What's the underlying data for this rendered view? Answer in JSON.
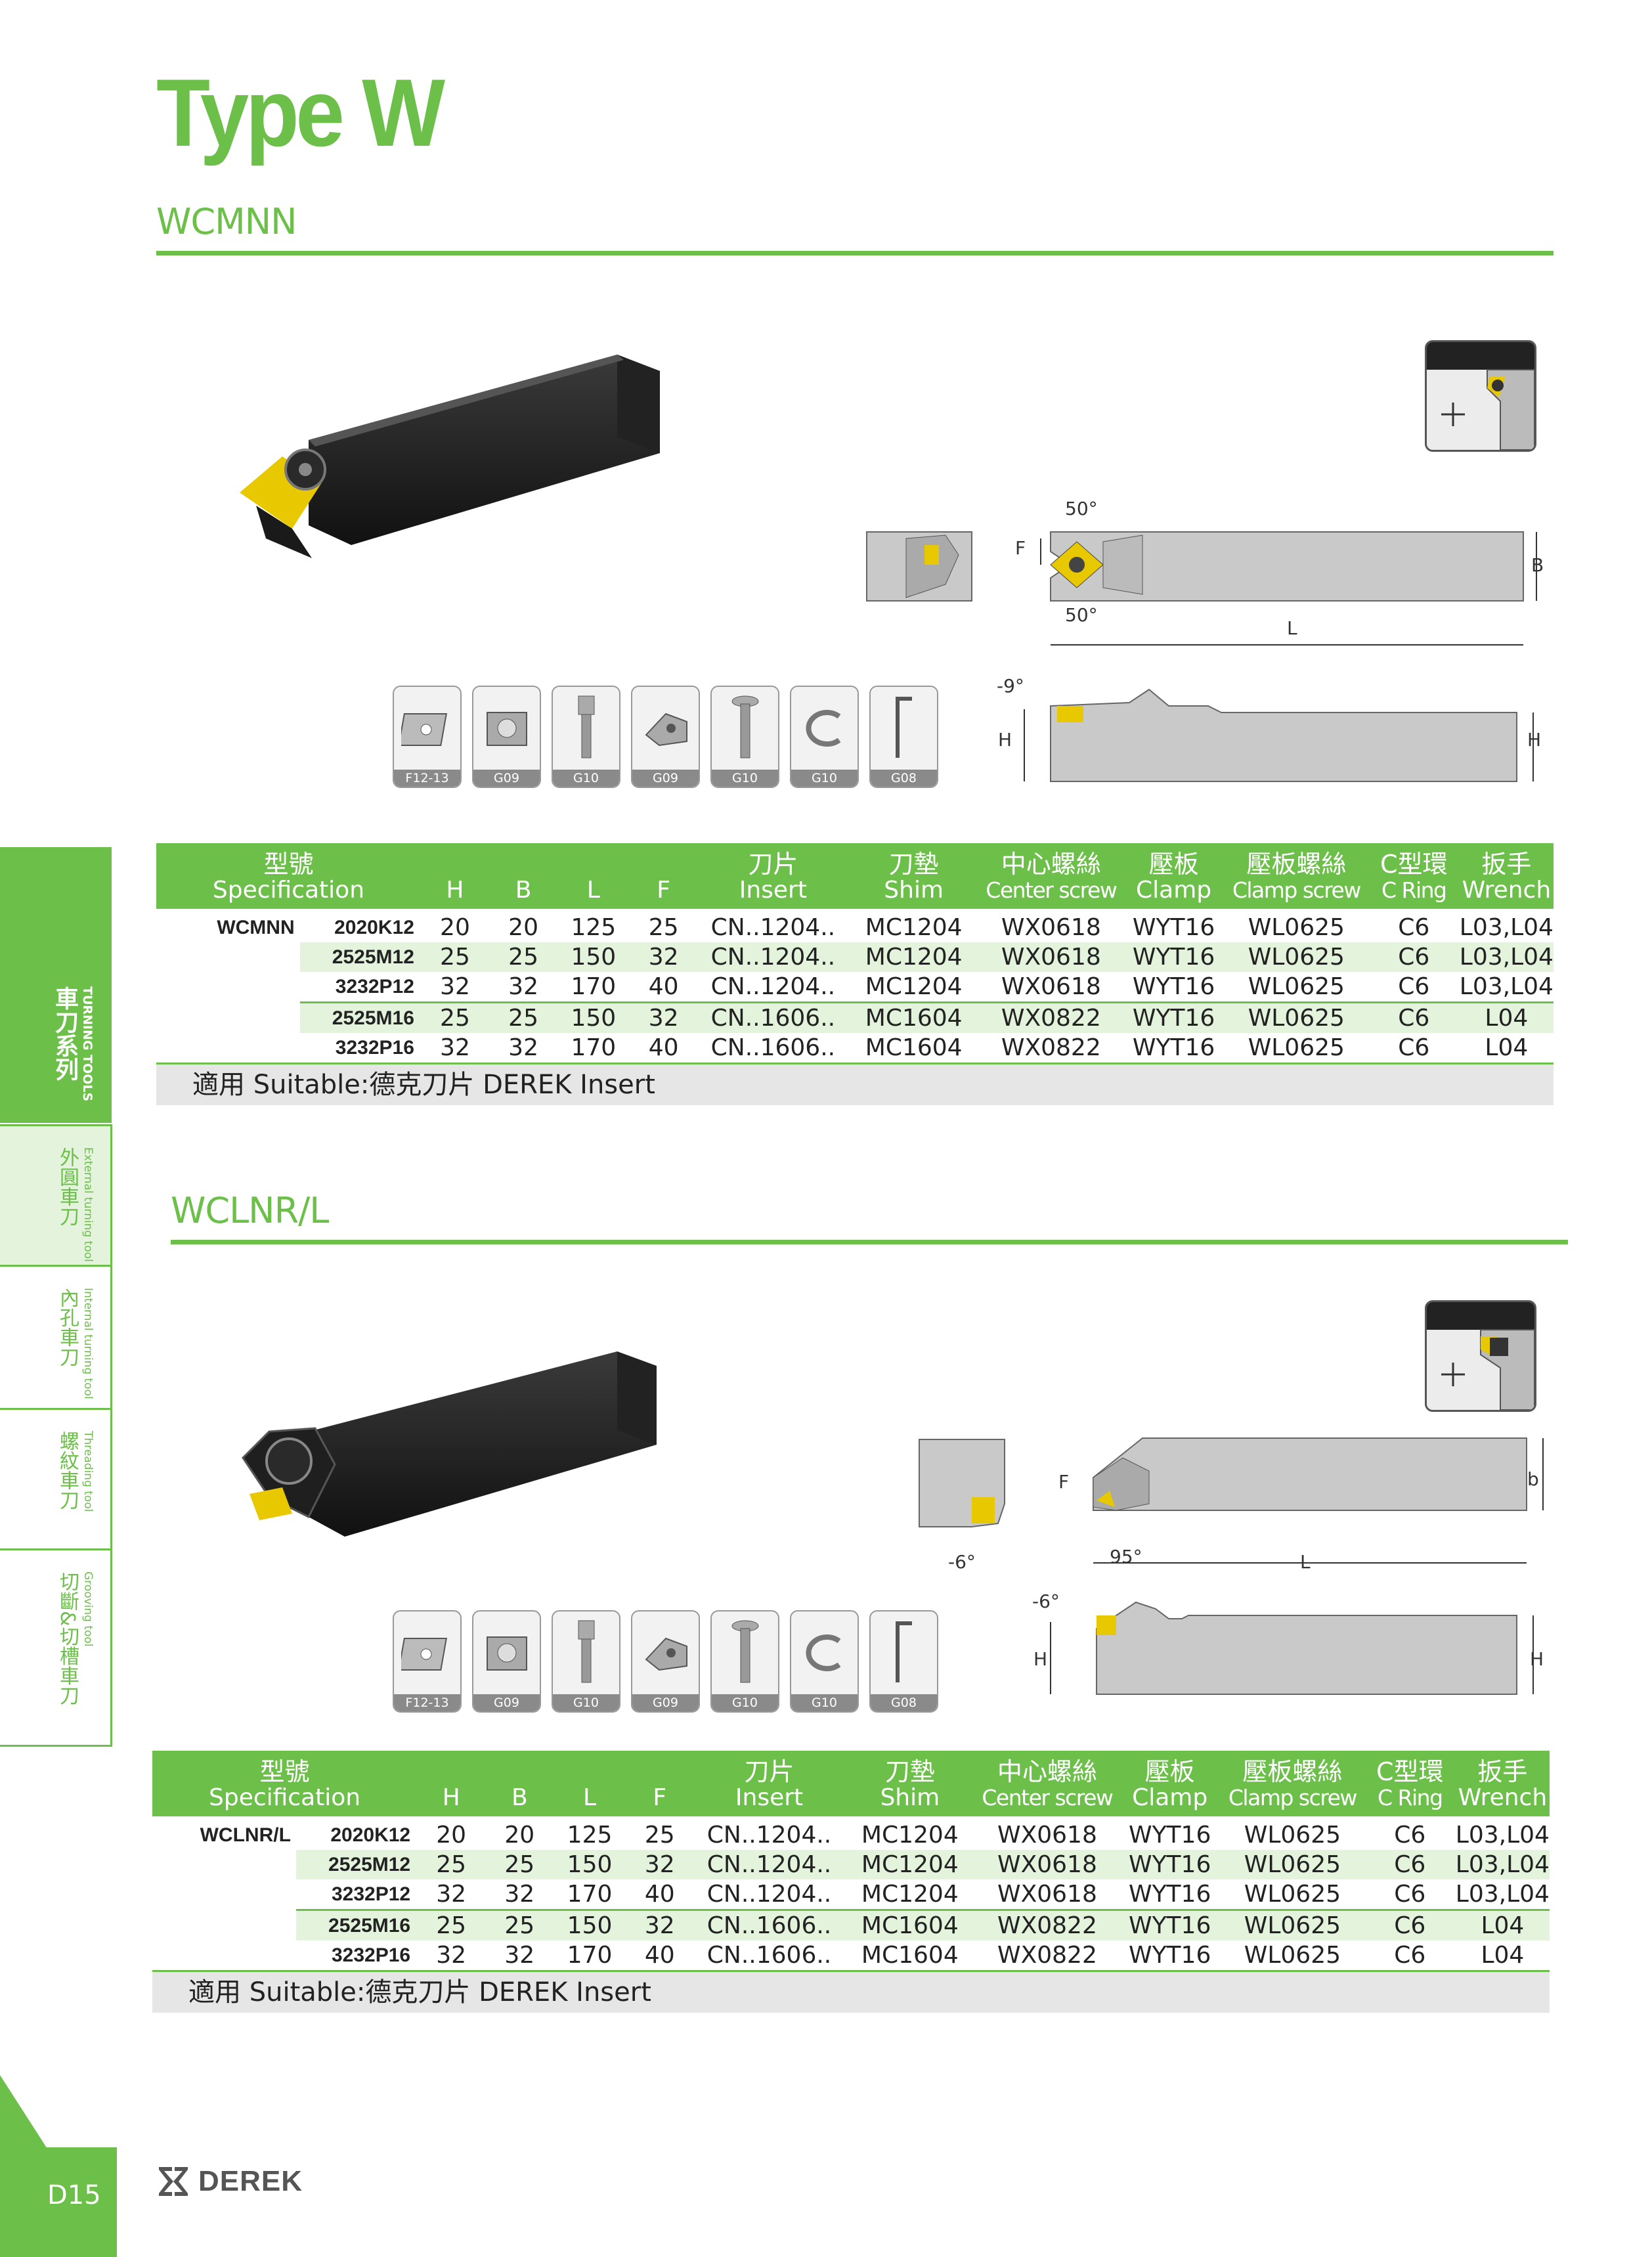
{
  "page": {
    "title": "Type W",
    "page_number": "D15",
    "brand": "DEREK",
    "colors": {
      "accent": "#6cc04a",
      "accent_light": "#e3f3dc",
      "footer_gray": "#e6e6e6"
    }
  },
  "side_nav": {
    "main": {
      "zh": "車刀系列",
      "en": "TURNING TOOLS"
    },
    "tabs": [
      {
        "zh": "外圓車刀",
        "en": "External turning tool",
        "active": true
      },
      {
        "zh": "內孔車刀",
        "en": "Internal turning tool",
        "active": false
      },
      {
        "zh": "螺紋車刀",
        "en": "Threading tool",
        "active": false
      },
      {
        "zh": "切斷&切槽車刀",
        "en": "Grooving tool",
        "active": false
      }
    ]
  },
  "table_header": {
    "spec_zh": "型號",
    "spec_en": "Specification",
    "h": "H",
    "b": "B",
    "l": "L",
    "f": "F",
    "insert_zh": "刀片",
    "insert_en": "Insert",
    "shim_zh": "刀墊",
    "shim_en": "Shim",
    "screw_zh": "中心螺絲",
    "screw_en": "Center screw",
    "clamp_zh": "壓板",
    "clamp_en": "Clamp",
    "cscrew_zh": "壓板螺絲",
    "cscrew_en": "Clamp screw",
    "cring_zh": "C型環",
    "cring_en": "C Ring",
    "wrench_zh": "扳手",
    "wrench_en": "Wrench"
  },
  "parts_codes": [
    "F12-13",
    "G09",
    "G10",
    "G09",
    "G10",
    "G10",
    "G08"
  ],
  "sections": [
    {
      "name": "WCMNN",
      "family": "WCMNN",
      "drawing": {
        "angle_top": "50°",
        "angle_bottom": "50°",
        "angle_side": "-9°",
        "F": "F",
        "B": "B",
        "L": "L",
        "H": "H"
      },
      "rows": [
        {
          "spec": "2020K12",
          "H": "20",
          "B": "20",
          "L": "125",
          "F": "25",
          "insert": "CN..1204..",
          "shim": "MC1204",
          "screw": "WX0618",
          "clamp": "WYT16",
          "cscrew": "WL0625",
          "cring": "C6",
          "wrench": "L03,L04"
        },
        {
          "spec": "2525M12",
          "H": "25",
          "B": "25",
          "L": "150",
          "F": "32",
          "insert": "CN..1204..",
          "shim": "MC1204",
          "screw": "WX0618",
          "clamp": "WYT16",
          "cscrew": "WL0625",
          "cring": "C6",
          "wrench": "L03,L04"
        },
        {
          "spec": "3232P12",
          "H": "32",
          "B": "32",
          "L": "170",
          "F": "40",
          "insert": "CN..1204..",
          "shim": "MC1204",
          "screw": "WX0618",
          "clamp": "WYT16",
          "cscrew": "WL0625",
          "cring": "C6",
          "wrench": "L03,L04"
        },
        {
          "spec": "2525M16",
          "H": "25",
          "B": "25",
          "L": "150",
          "F": "32",
          "insert": "CN..1606..",
          "shim": "MC1604",
          "screw": "WX0822",
          "clamp": "WYT16",
          "cscrew": "WL0625",
          "cring": "C6",
          "wrench": "L04"
        },
        {
          "spec": "3232P16",
          "H": "32",
          "B": "32",
          "L": "170",
          "F": "40",
          "insert": "CN..1606..",
          "shim": "MC1604",
          "screw": "WX0822",
          "clamp": "WYT16",
          "cscrew": "WL0625",
          "cring": "C6",
          "wrench": "L04"
        }
      ],
      "suitable": "適用 Suitable:德克刀片 DEREK Insert"
    },
    {
      "name": "WCLNR/L",
      "family": "WCLNR/L",
      "drawing": {
        "angle_main": "95°",
        "angle_a": "-6°",
        "angle_side": "-6°",
        "F": "F",
        "B": "b",
        "L": "L",
        "H": "H"
      },
      "rows": [
        {
          "spec": "2020K12",
          "H": "20",
          "B": "20",
          "L": "125",
          "F": "25",
          "insert": "CN..1204..",
          "shim": "MC1204",
          "screw": "WX0618",
          "clamp": "WYT16",
          "cscrew": "WL0625",
          "cring": "C6",
          "wrench": "L03,L04"
        },
        {
          "spec": "2525M12",
          "H": "25",
          "B": "25",
          "L": "150",
          "F": "32",
          "insert": "CN..1204..",
          "shim": "MC1204",
          "screw": "WX0618",
          "clamp": "WYT16",
          "cscrew": "WL0625",
          "cring": "C6",
          "wrench": "L03,L04"
        },
        {
          "spec": "3232P12",
          "H": "32",
          "B": "32",
          "L": "170",
          "F": "40",
          "insert": "CN..1204..",
          "shim": "MC1204",
          "screw": "WX0618",
          "clamp": "WYT16",
          "cscrew": "WL0625",
          "cring": "C6",
          "wrench": "L03,L04"
        },
        {
          "spec": "2525M16",
          "H": "25",
          "B": "25",
          "L": "150",
          "F": "32",
          "insert": "CN..1606..",
          "shim": "MC1604",
          "screw": "WX0822",
          "clamp": "WYT16",
          "cscrew": "WL0625",
          "cring": "C6",
          "wrench": "L04"
        },
        {
          "spec": "3232P16",
          "H": "32",
          "B": "32",
          "L": "170",
          "F": "40",
          "insert": "CN..1606..",
          "shim": "MC1604",
          "screw": "WX0822",
          "clamp": "WYT16",
          "cscrew": "WL0625",
          "cring": "C6",
          "wrench": "L04"
        }
      ],
      "suitable": "適用 Suitable:德克刀片 DEREK Insert"
    }
  ]
}
